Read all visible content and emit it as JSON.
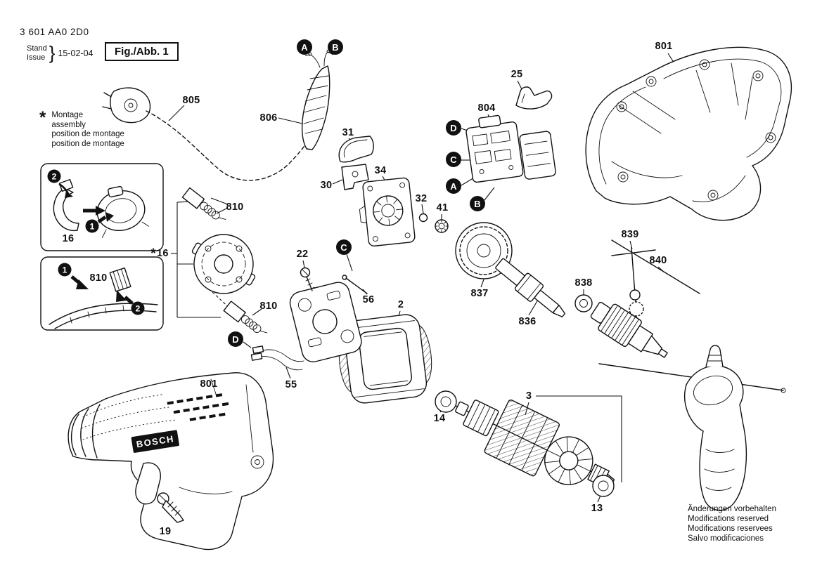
{
  "doc": {
    "part_number": "3 601 AA0 2D0",
    "stand": "Stand",
    "issue": "Issue",
    "brace": "}",
    "date": "15-02-04",
    "figure": "Fig./Abb. 1",
    "montage_mark": "*",
    "montage_lines": [
      "Montage",
      "assembly",
      "position de montage",
      "position de montage"
    ],
    "footer_lines": [
      "Änderungen vorbehalten",
      "Modifications reserved",
      "Modifications reservees",
      "Salvo modificaciones"
    ]
  },
  "brand": "BOSCH",
  "badges": {
    "a": "A",
    "b": "B",
    "c": "C",
    "d": "D",
    "one": "1",
    "two": "2"
  },
  "part_labels": {
    "cord_805": "805",
    "grip_806": "806",
    "clip_31": "31",
    "holder_30": "30",
    "plate_34": "34",
    "clip_25": "25",
    "switch_804": "804",
    "housing_801": "801",
    "ring_32": "32",
    "nut_41": "41",
    "brush_810": "810",
    "detail_16": "16",
    "screw_22": "22",
    "pin_56": "56",
    "field_2": "2",
    "gear_837": "837",
    "spindle_836": "836",
    "washer_838": "838",
    "key_839": "839",
    "rod_840": "840",
    "wires_55": "55",
    "bearing_14": "14",
    "armature_3": "3",
    "bearing_13": "13",
    "screw_19": "19"
  }
}
